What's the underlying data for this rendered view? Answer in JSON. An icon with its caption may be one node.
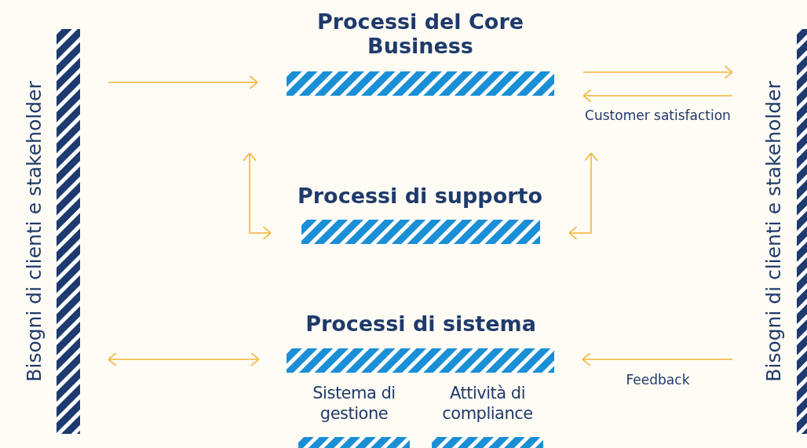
{
  "diagram": {
    "nodes": [
      {
        "text": [
          "Bisogni di clienti e stakeholder"
        ]
      },
      {
        "text": [
          "Bisogni di clienti e stakeholder"
        ]
      },
      {
        "text": [
          "Processi del Core Business"
        ]
      },
      {
        "text": [
          "Processi di supporto"
        ]
      },
      {
        "text": [
          "Processi di sistema"
        ]
      },
      {
        "text": [
          "Sistema di gestione"
        ]
      },
      {
        "text": [
          "Attività di compliance"
        ]
      }
    ],
    "edges": [
      {
        "from": 0,
        "to": 2,
        "arrow": "to"
      },
      {
        "from": 2,
        "to": 1,
        "arrow": "to"
      },
      {
        "from": 1,
        "to": 2,
        "arrow": "to",
        "label": "Customer satisfaction"
      },
      {
        "from": 3,
        "to": null,
        "arrow": "both"
      },
      {
        "from": 3,
        "to": null,
        "arrow": "both"
      },
      {
        "from": 0,
        "to": 4,
        "arrow": "both"
      },
      {
        "from": 1,
        "to": 4,
        "arrow": "to",
        "label": "Feedback"
      }
    ]
  }
}
